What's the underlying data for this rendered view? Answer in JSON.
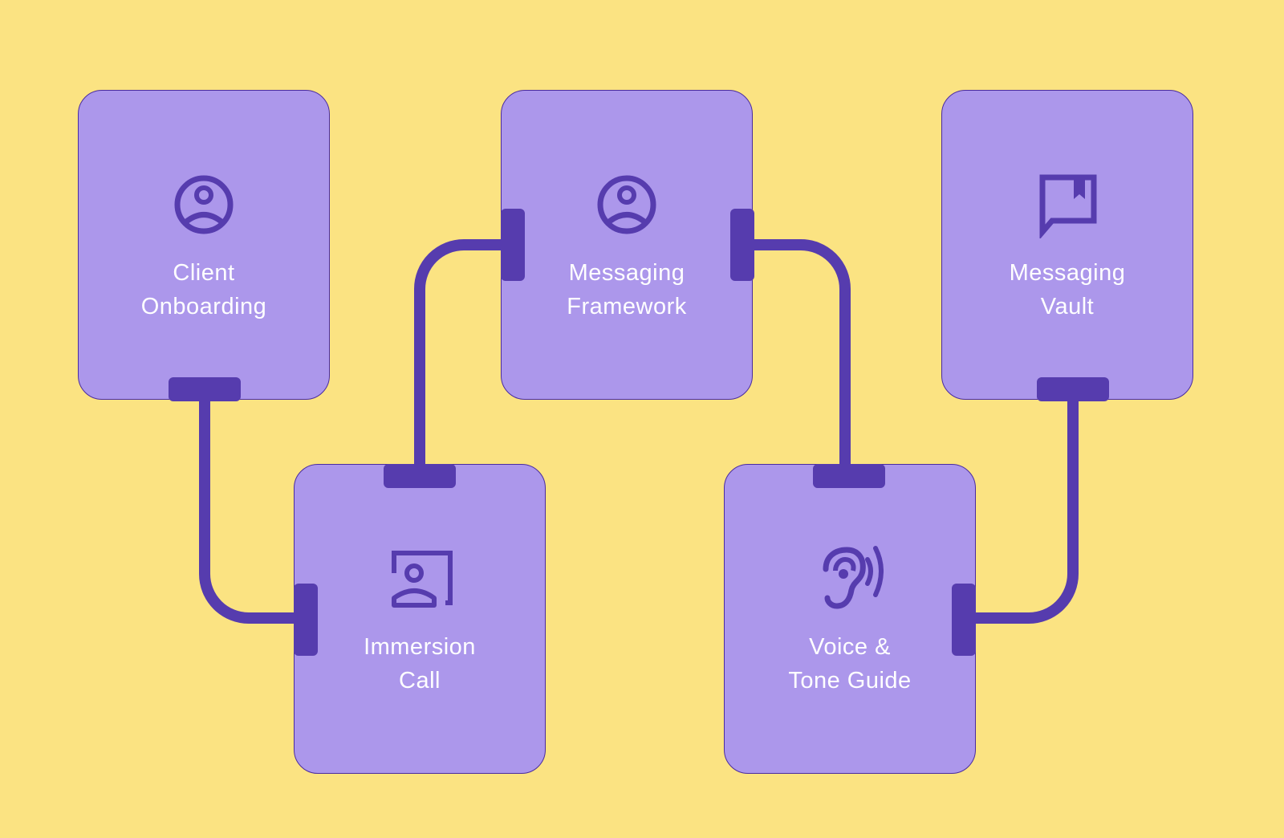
{
  "colors": {
    "background": "#fbe382",
    "card": "#ac97eb",
    "accent": "#563cae",
    "text": "#ffffff"
  },
  "nodes": [
    {
      "id": "client-onboarding",
      "icon": "account-circle-icon",
      "label": [
        "Client",
        "Onboarding"
      ]
    },
    {
      "id": "immersion-call",
      "icon": "video-person-icon",
      "label": [
        "Immersion",
        "Call"
      ]
    },
    {
      "id": "messaging-framework",
      "icon": "account-circle-icon",
      "label": [
        "Messaging",
        "Framework"
      ]
    },
    {
      "id": "voice-tone-guide",
      "icon": "hearing-icon",
      "label": [
        "Voice &",
        "Tone Guide"
      ]
    },
    {
      "id": "messaging-vault",
      "icon": "bookmark-chat-icon",
      "label": [
        "Messaging",
        "Vault"
      ]
    }
  ],
  "edges": [
    {
      "from": "client-onboarding",
      "to": "immersion-call"
    },
    {
      "from": "immersion-call",
      "to": "messaging-framework"
    },
    {
      "from": "messaging-framework",
      "to": "voice-tone-guide"
    },
    {
      "from": "voice-tone-guide",
      "to": "messaging-vault"
    }
  ]
}
